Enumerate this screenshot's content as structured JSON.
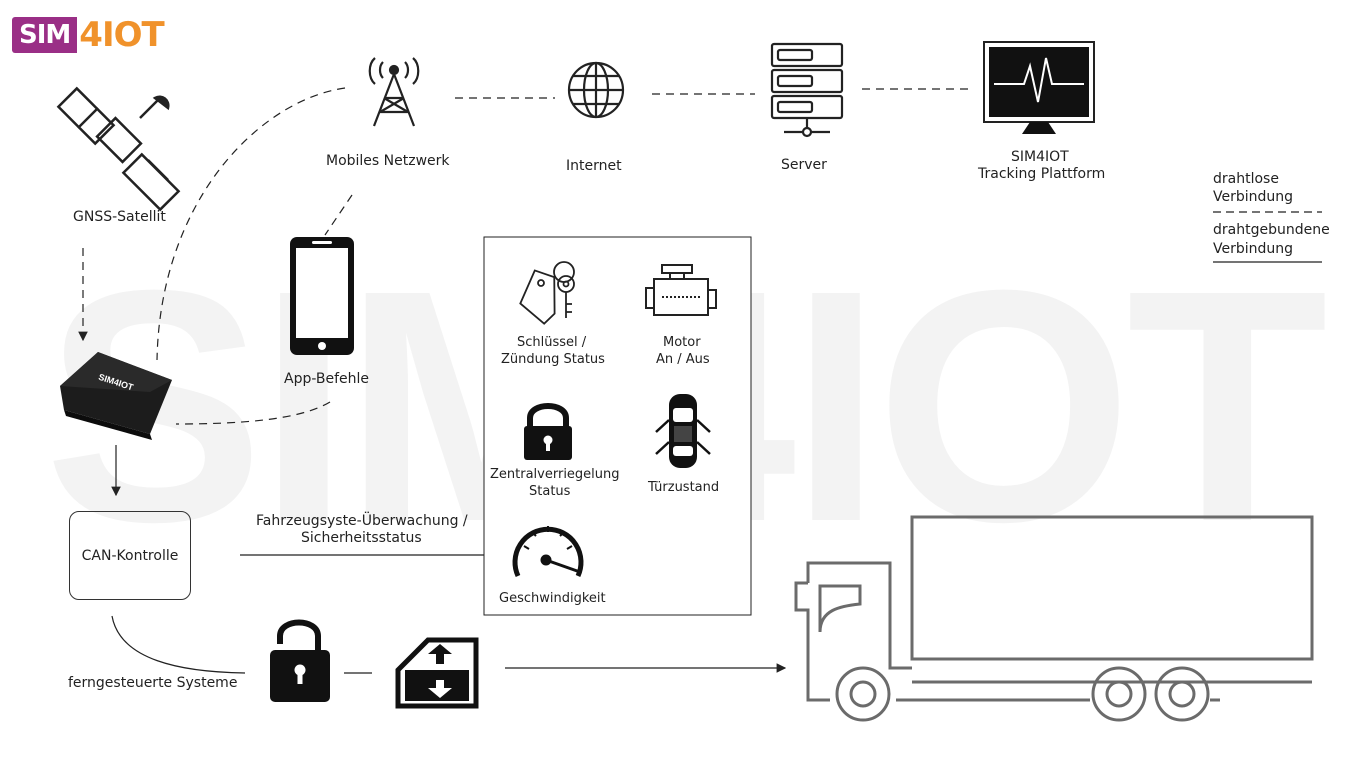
{
  "logo": {
    "part1": "SIM",
    "part2": "4IOT"
  },
  "watermark": {
    "text": "SIM4IOT"
  },
  "nodes": {
    "gnss": "GNSS-Satellit",
    "mobile": "Mobiles Netzwerk",
    "internet": "Internet",
    "server": "Server",
    "platform_line1": "SIM4IOT",
    "platform_line2": "Tracking Plattform",
    "app": "App-Befehle",
    "device": "SIM4IOT",
    "can": "CAN-Kontrolle",
    "remote": "ferngesteuerte Systeme"
  },
  "monitoring": {
    "line1": "Fahrzeugsyste-Überwachung /",
    "line2": "Sicherheitsstatus"
  },
  "status_items": {
    "key_line1": "Schlüssel /",
    "key_line2": "Zündung Status",
    "motor_line1": "Motor",
    "motor_line2": "An / Aus",
    "lock_line1": "Zentralverriegelung",
    "lock_line2": "Status",
    "door": "Türzustand",
    "speed": "Geschwindigkeit"
  },
  "legend": {
    "wireless_line1": "drahtlose",
    "wireless_line2": "Verbindung",
    "wired_line1": "drahtgebundene",
    "wired_line2": "Verbindung"
  },
  "colors": {
    "logo_purple": "#9a2f86",
    "logo_orange": "#f0922b",
    "watermark": "#f3f3f3",
    "truck": "#6b6b6b",
    "ink": "#222222"
  }
}
